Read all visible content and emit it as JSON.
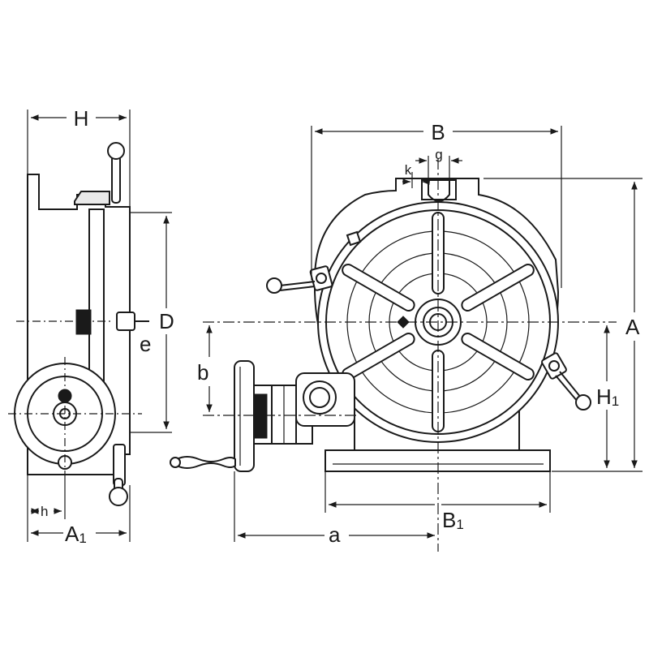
{
  "labels": {
    "H": "H",
    "B": "B",
    "g": "g",
    "k": "k",
    "D": "D",
    "e": "e",
    "A": "A",
    "b": "b",
    "H1_main": "H",
    "H1_sub": "1",
    "h": "h",
    "A1_main": "A",
    "A1_sub": "1",
    "a": "a",
    "B1_main": "B",
    "B1_sub": "1"
  },
  "colors": {
    "line": "#1a1a1a",
    "background": "#ffffff",
    "shade": "#e9e9e9"
  }
}
